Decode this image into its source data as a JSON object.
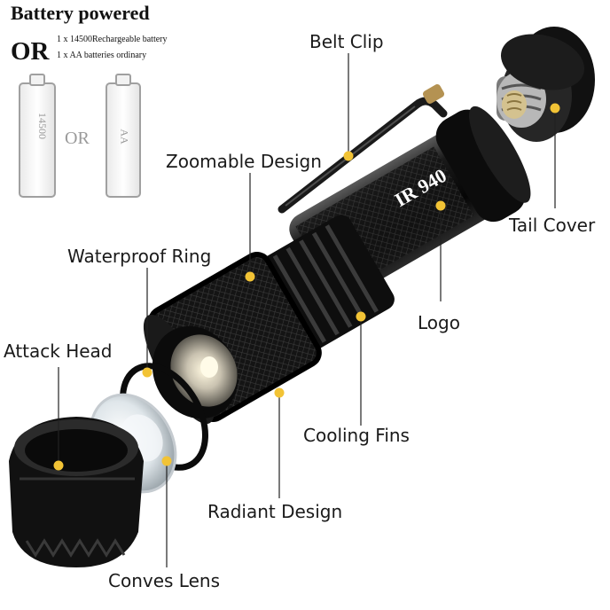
{
  "header": {
    "title": "Battery powered",
    "or_label": "OR",
    "option_1": "1 x 14500Rechargeable battery",
    "option_2": "1 x AA batteries ordinary"
  },
  "batteries": {
    "left_label": "14500",
    "or_label": "OR",
    "right_label": "AA"
  },
  "product": {
    "model_text": "IR 940"
  },
  "callouts": {
    "belt_clip": "Belt Clip",
    "zoomable_design": "Zoomable Design",
    "tail_cover": "Tail Cover",
    "waterproof_ring": "Waterproof Ring",
    "logo": "Logo",
    "attack_head": "Attack Head",
    "cooling_fins": "Cooling Fins",
    "radiant_design": "Radiant Design",
    "conves_lens": "Conves Lens"
  },
  "colors": {
    "marker": "#f2c335",
    "leader_line": "#222222",
    "body": "#0d0d0d"
  }
}
